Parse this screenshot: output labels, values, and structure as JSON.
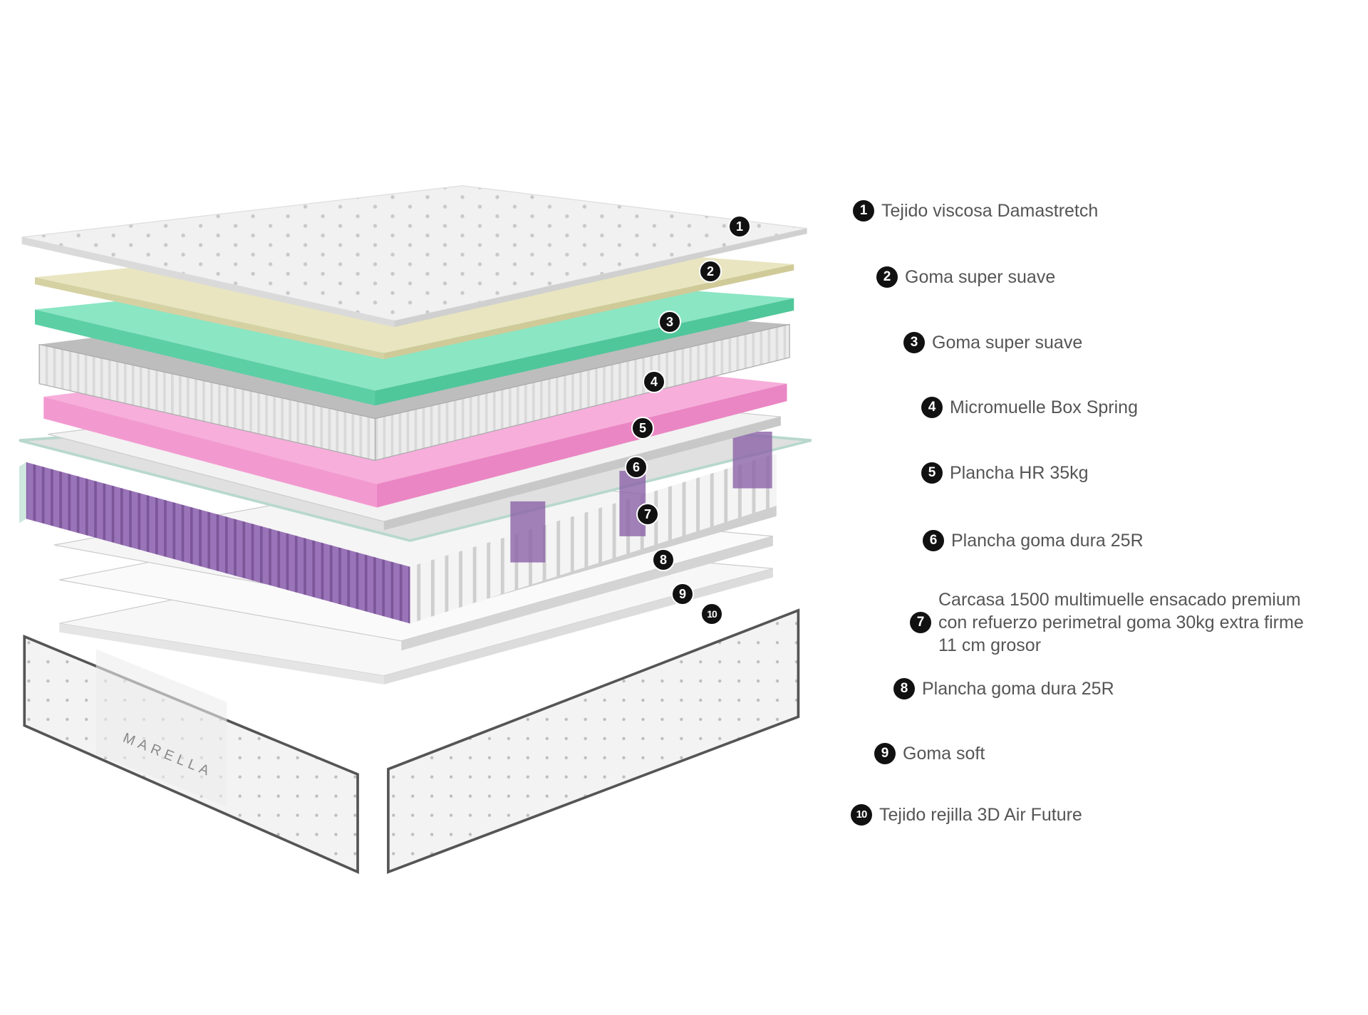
{
  "brand": "MARELLA",
  "colors": {
    "layer2": "#e4e0b8",
    "layer3": "#6fd9b4",
    "layer5": "#f29ad0",
    "springs_accent": "#8b63a8"
  },
  "layers": [
    {
      "number": "1",
      "label": "Tejido viscosa Damastretch"
    },
    {
      "number": "2",
      "label": "Goma super suave"
    },
    {
      "number": "3",
      "label": "Goma super suave"
    },
    {
      "number": "4",
      "label": "Micromuelle Box Spring"
    },
    {
      "number": "5",
      "label": "Plancha HR 35kg"
    },
    {
      "number": "6",
      "label": "Plancha goma dura 25R"
    },
    {
      "number": "7",
      "lines": [
        "Carcasa 1500 multimuelle ensacado premium",
        "con refuerzo perimetral goma 30kg extra firme",
        "11 cm grosor"
      ]
    },
    {
      "number": "8",
      "label": "Plancha goma dura 25R"
    },
    {
      "number": "9",
      "label": "Goma soft"
    },
    {
      "number": "10",
      "label": "Tejido rejilla 3D Air Future"
    }
  ]
}
